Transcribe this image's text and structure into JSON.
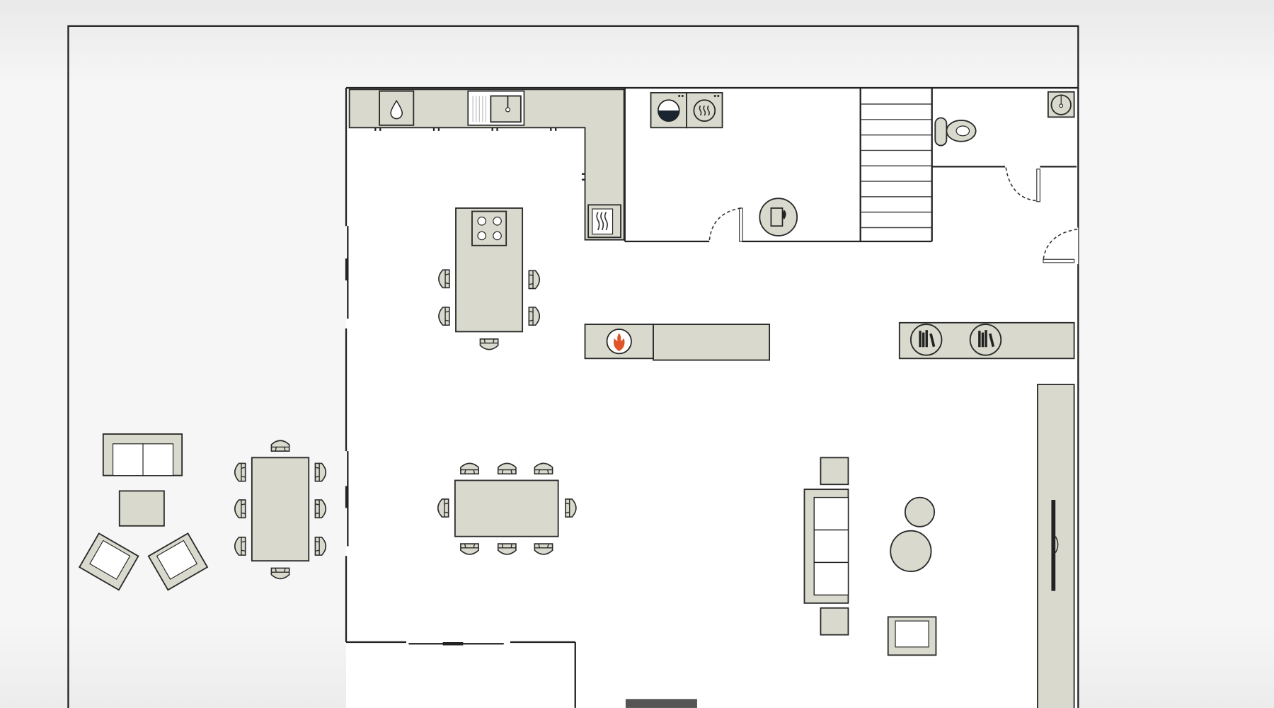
{
  "colors": {
    "furniture_fill": "#d9dacd",
    "wall": "#222222",
    "floor": "#ffffff",
    "fireplace_accent": "#e0542a"
  },
  "rooms": [
    "kitchen",
    "utility",
    "stairs",
    "bathroom",
    "living",
    "dining",
    "terrace"
  ],
  "icons": [
    "water-drop-icon",
    "sink-icon",
    "oven-icon",
    "washer-icon",
    "dryer-icon",
    "boiler-icon",
    "toilet-icon",
    "washbasin-icon",
    "cooktop-icon",
    "fireplace-icon",
    "books-icon"
  ]
}
